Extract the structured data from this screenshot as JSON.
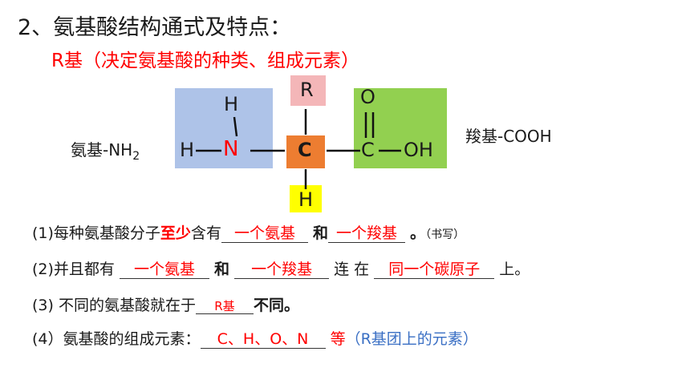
{
  "title": "2、氨基酸结构通式及特点：",
  "r_group_note": "R基（决定氨基酸的种类、组成元素）",
  "structure": {
    "amino_label": "氨基-NH",
    "amino_sub": "2",
    "carboxyl_label": "羧基-COOH",
    "atoms": {
      "r": "R",
      "h_top": "H",
      "h_left": "H",
      "n": "N",
      "c_center": "C",
      "h_bottom": "H",
      "o_top": "O",
      "c_right": "C",
      "oh": "OH"
    },
    "colors": {
      "amino_box": "#aec3e8",
      "r_box": "#f4b6b8",
      "center_box": "#ed7d31",
      "h_box": "#ffff00",
      "carboxyl_box": "#92d050"
    }
  },
  "lines": {
    "l1": {
      "prefix": "(1)每种氨基酸分子",
      "emph": "至少",
      "mid": "含有",
      "blank1": "一个氨基",
      "conj": "和",
      "blank2": "一个羧基",
      "end": "。",
      "note": "（书写）"
    },
    "l2": {
      "prefix": "(2)并且都有",
      "blank1": "一个氨基",
      "conj": "和",
      "blank2": "一个羧基",
      "mid": "连 在",
      "blank3": "同一个碳原子",
      "end": "上。"
    },
    "l3": {
      "prefix": "(3) 不同的氨基酸就在于",
      "blank1": "R基",
      "end": "不同。"
    },
    "l4": {
      "prefix": "(4）氨基酸的组成元素：",
      "blank1": "C、H、O、N",
      "mid": "等",
      "note": "（R基团上的元素）"
    }
  }
}
